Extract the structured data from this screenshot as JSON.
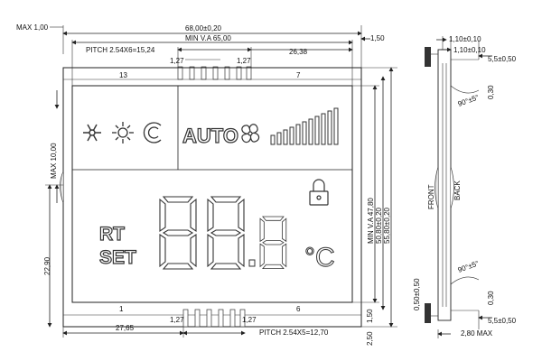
{
  "dims": {
    "max_top": "MAX 1,00",
    "overall_width": "68,00±0,20",
    "view_area_width": "MIN V.A 65,00",
    "pitch_top": "PITCH 2.54X6=15,24",
    "right_gap": "1,50",
    "pin_pitch_a": "1,27",
    "pin_pitch_b": "1,27",
    "offset_top": "26,38",
    "pin_top_left": "13",
    "pin_top_right": "7",
    "max_left": "MAX 10,00",
    "left_height": "22,90",
    "va_height": "MIN V.A 47,80",
    "height_1": "50,80±0,20",
    "height_2": "55,80±0,20",
    "pin_bottom_left": "1",
    "pin_bottom_right": "6",
    "bottom_pin_a": "1,27",
    "bottom_pin_b": "1,27",
    "offset_bottom": "27,65",
    "pitch_bottom": "PITCH 2.54X5=12,70",
    "bottom_gap_1": "1,50",
    "bottom_gap_2": "2,50"
  },
  "display": {
    "auto": "AUTO",
    "rt": "RT",
    "set": "SET",
    "unit": "°C"
  },
  "side": {
    "dim_top_1": "1,10±0,10",
    "dim_top_2": "1,10±0,10",
    "dim_top_3": "5,5±0,50",
    "dim_030_top": "0,30",
    "angle_top": "90°±5°",
    "front": "FRONT",
    "back": "BACK",
    "dim_050": "0,50±0,50",
    "angle_bottom": "90°±5°",
    "dim_030_bottom": "0,30",
    "dim_bottom_3": "5,5±0,50",
    "max_bottom": "2,80 MAX"
  }
}
